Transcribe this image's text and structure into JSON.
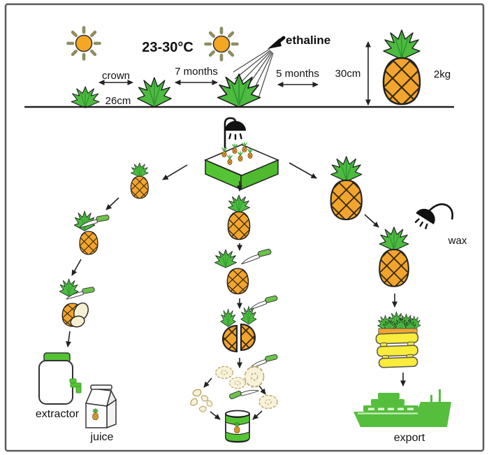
{
  "labels": {
    "temperature": "23-30°C",
    "ethaline": "ethaline",
    "crown": "crown",
    "height_26cm": "26cm",
    "months_7": "7 months",
    "months_5": "5 months",
    "height_30cm": "30cm",
    "weight_2kg": "2kg",
    "extractor": "extractor",
    "juice": "juice",
    "wax": "wax",
    "export": "export"
  },
  "colors": {
    "leaf_green": "#4CBB3F",
    "bright_green": "#55C434",
    "pineapple_orange": "#F2A52E",
    "sun_orange": "#F5A623",
    "ray_olive": "#8D8D62",
    "crate_yellow": "#F9EC3B",
    "slice_cream": "#F8F2DA",
    "outline": "#222222",
    "text": "#111111",
    "border": "#5A5A5A"
  },
  "icons": [
    "sun-icon",
    "ethaline-spray-icon",
    "shower-icon",
    "pineapple-icon",
    "crown-icon",
    "knife-icon",
    "germination-tray-icon",
    "slice-icon",
    "chunk-icon",
    "can-icon",
    "extractor-icon",
    "juice-carton-icon",
    "wax-shower-icon",
    "crate-icon",
    "ship-icon"
  ]
}
